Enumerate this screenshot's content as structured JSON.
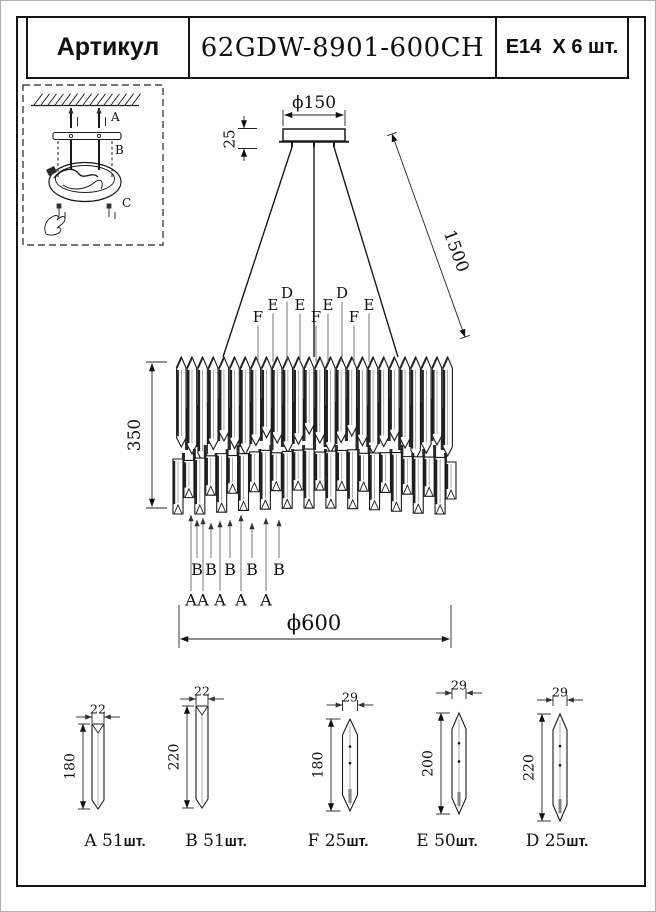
{
  "header": {
    "label": "Артикул",
    "article": "62GDW-8901-600CH",
    "lamp": "E14  X 6 шт."
  },
  "installation_inset": {
    "step_a": "A",
    "step_b": "B",
    "step_c": "C"
  },
  "dimensions": {
    "canopy_diameter": "ϕ150",
    "canopy_height": "25",
    "suspension_length": "1500",
    "body_height": "350",
    "body_diameter": "ϕ600"
  },
  "crystal_row_top_labels": [
    "F",
    "E",
    "D",
    "E",
    "F",
    "E",
    "D",
    "F",
    "E"
  ],
  "crystal_row_bottom_labels_b": [
    "B",
    "B",
    "B",
    "B",
    "B"
  ],
  "crystal_row_bottom_labels_a": [
    "A",
    "A",
    "A",
    "A",
    "A"
  ],
  "crystal_details": [
    {
      "letter": "A",
      "width": "22",
      "height": "180",
      "qty": "51",
      "unit": "шт."
    },
    {
      "letter": "B",
      "width": "22",
      "height": "220",
      "qty": "51",
      "unit": "шт."
    },
    {
      "letter": "F",
      "width": "29",
      "height": "180",
      "qty": "25",
      "unit": "шт."
    },
    {
      "letter": "E",
      "width": "29",
      "height": "200",
      "qty": "50",
      "unit": "шт."
    },
    {
      "letter": "D",
      "width": "29",
      "height": "220",
      "qty": "25",
      "unit": "шт."
    }
  ]
}
